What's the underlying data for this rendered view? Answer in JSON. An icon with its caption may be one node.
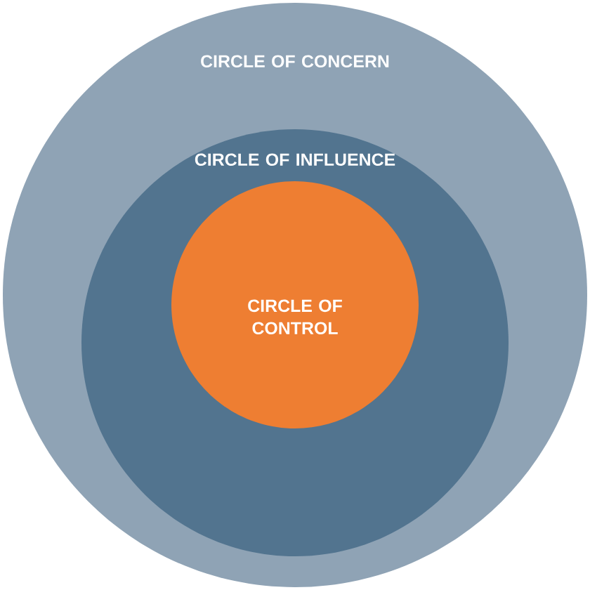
{
  "diagram": {
    "nodes": [
      {
        "text": [
          "CIRCLE OF CONCERN"
        ]
      },
      {
        "text": [
          "CIRCLE OF INFLUENCE"
        ],
        "in": 0
      },
      {
        "text": [
          "CIRCLE OF CONTROL"
        ],
        "in": 1
      }
    ]
  }
}
